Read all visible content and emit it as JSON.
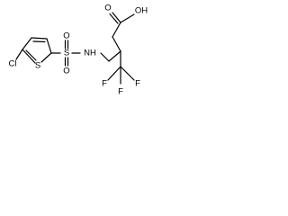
{
  "structure": {
    "atoms": {
      "chlorine": "Cl",
      "thiophene_sulfur": "S",
      "sulfonyl_sulfur": "S",
      "sulfonyl_oxygen_top": "O",
      "sulfonyl_oxygen_bottom": "O",
      "amine": "NH",
      "carbonyl_oxygen": "O",
      "hydroxyl": "OH",
      "trifluoromethyl_f1": "F",
      "trifluoromethyl_f2": "F",
      "trifluoromethyl_f3": "F"
    }
  }
}
